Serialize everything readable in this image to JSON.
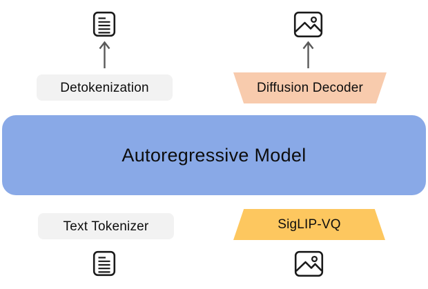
{
  "diagram": {
    "blocks": {
      "detokenization": {
        "label": "Detokenization",
        "fill": "#f2f2f2",
        "shape": "rounded-rect"
      },
      "diffusion_decoder": {
        "label": "Diffusion Decoder",
        "fill": "#f8cbad",
        "shape": "trapezoid-wide-top"
      },
      "autoregressive_model": {
        "label": "Autoregressive Model",
        "fill": "#89a9e7",
        "shape": "rounded-rect"
      },
      "text_tokenizer": {
        "label": "Text Tokenizer",
        "fill": "#f2f2f2",
        "shape": "rounded-rect"
      },
      "siglip_vq": {
        "label": "SigLIP-VQ",
        "fill": "#fdc75f",
        "shape": "trapezoid-wide-bottom"
      }
    },
    "icons": {
      "top_left": "document-icon",
      "top_right": "image-icon",
      "bottom_left": "document-icon",
      "bottom_right": "image-icon"
    },
    "arrows": {
      "left": "arrow-up",
      "right": "arrow-up"
    },
    "colors": {
      "autoregressive_box": "#89a9e7",
      "diffusion_decoder_box": "#f8cbad",
      "siglip_vq_box": "#fdc75f",
      "tokenizer_boxes": "#f2f2f2",
      "text": "#0d0d0d",
      "arrow_stroke": "#595959",
      "icon_stroke": "#1a1a1a",
      "background": "#ffffff"
    }
  }
}
